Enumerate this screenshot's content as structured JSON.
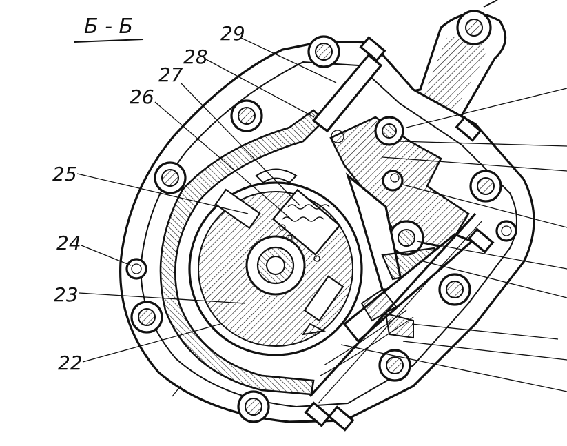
{
  "section_title": "Б - Б",
  "callouts": [
    {
      "id": "29",
      "text": "29"
    },
    {
      "id": "28",
      "text": "28"
    },
    {
      "id": "27",
      "text": "27"
    },
    {
      "id": "26",
      "text": "26"
    },
    {
      "id": "25",
      "text": "25"
    },
    {
      "id": "24",
      "text": "24"
    },
    {
      "id": "23",
      "text": "23"
    },
    {
      "id": "22",
      "text": "22"
    }
  ],
  "colors": {
    "ink": "#111111",
    "paper": "#ffffff"
  }
}
